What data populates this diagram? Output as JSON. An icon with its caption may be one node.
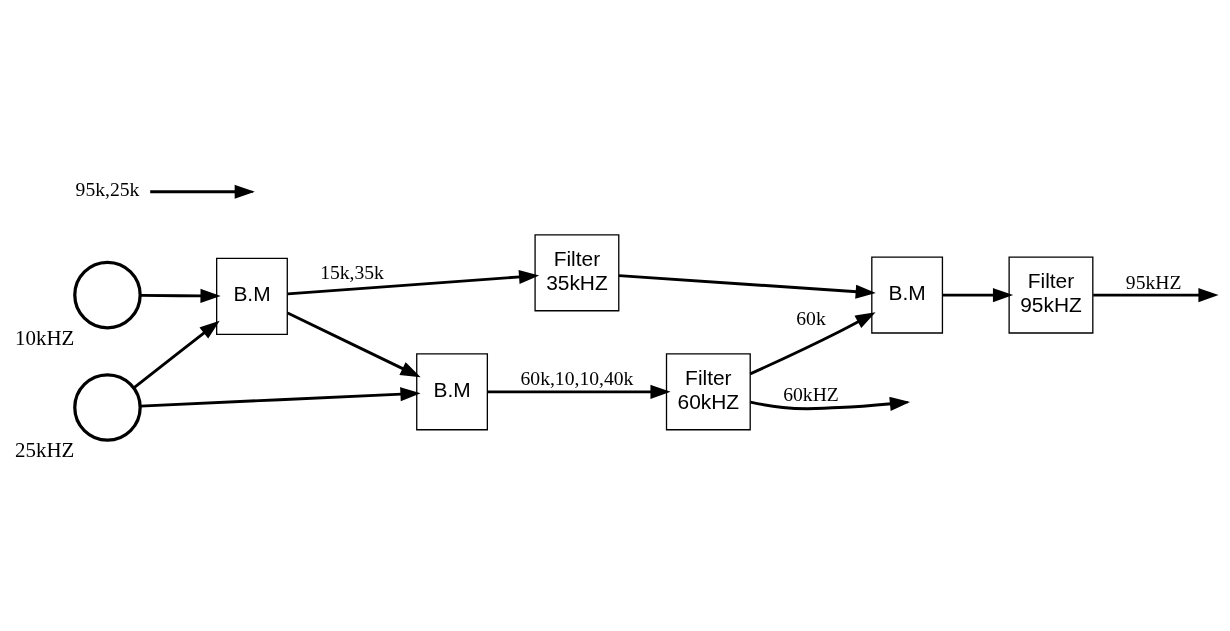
{
  "diagram": {
    "nodes": [
      {
        "text": [],
        "shape": "circle",
        "beside": [
          "10kHZ"
        ]
      },
      {
        "text": [],
        "shape": "circle",
        "beside": [
          "25kHZ"
        ]
      },
      {
        "text": [
          "B.M"
        ]
      },
      {
        "text": [
          "B.M"
        ]
      },
      {
        "text": [
          "Filter",
          "60kHZ"
        ]
      },
      {
        "text": [
          "Filter",
          "35kHZ"
        ]
      },
      {
        "text": [
          "B.M"
        ]
      },
      {
        "text": [
          "Filter",
          "95kHZ"
        ]
      },
      {
        "text": [
          "95k,25k"
        ]
      }
    ],
    "edges": [
      {
        "from": 0,
        "to": 2,
        "arrow": "to"
      },
      {
        "from": 1,
        "to": 2,
        "arrow": "to"
      },
      {
        "from": 1,
        "to": 3,
        "arrow": "to"
      },
      {
        "from": 2,
        "to": 3,
        "arrow": "to"
      },
      {
        "from": 2,
        "to": 5,
        "arrow": "to",
        "label": "15k,35k"
      },
      {
        "from": 3,
        "to": 4,
        "arrow": "to",
        "label": "60k,10,10,40k"
      },
      {
        "from": 4,
        "to": null,
        "arrow": "to",
        "label": "60kHZ"
      },
      {
        "from": 4,
        "to": 6,
        "arrow": "to",
        "label": "60k"
      },
      {
        "from": 5,
        "to": 6,
        "arrow": "to"
      },
      {
        "from": 6,
        "to": 7,
        "arrow": "to"
      },
      {
        "from": 8,
        "to": null,
        "arrow": "to"
      },
      {
        "from": 7,
        "to": null,
        "arrow": "to",
        "label": "95kHZ"
      }
    ]
  }
}
